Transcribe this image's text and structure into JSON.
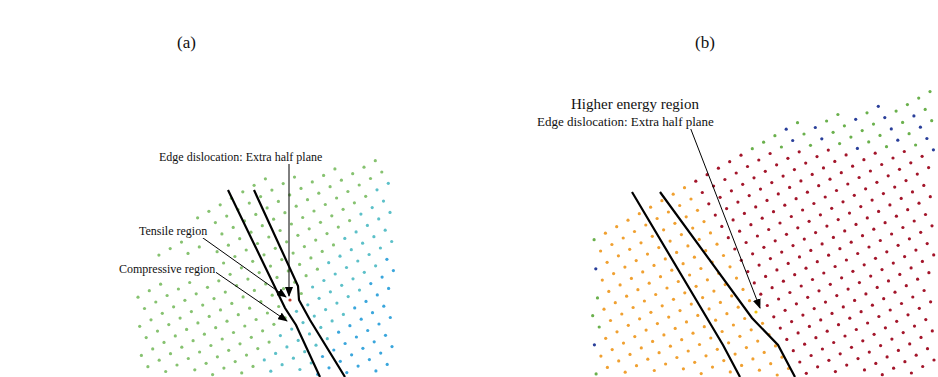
{
  "diagram": {
    "labels": [
      "(a)",
      "(b)",
      "Edge dislocation: Extra half plane",
      "Tensile region",
      "Compressive region",
      "Higher energy region",
      "Edge dislocation: Extra half plane"
    ]
  }
}
